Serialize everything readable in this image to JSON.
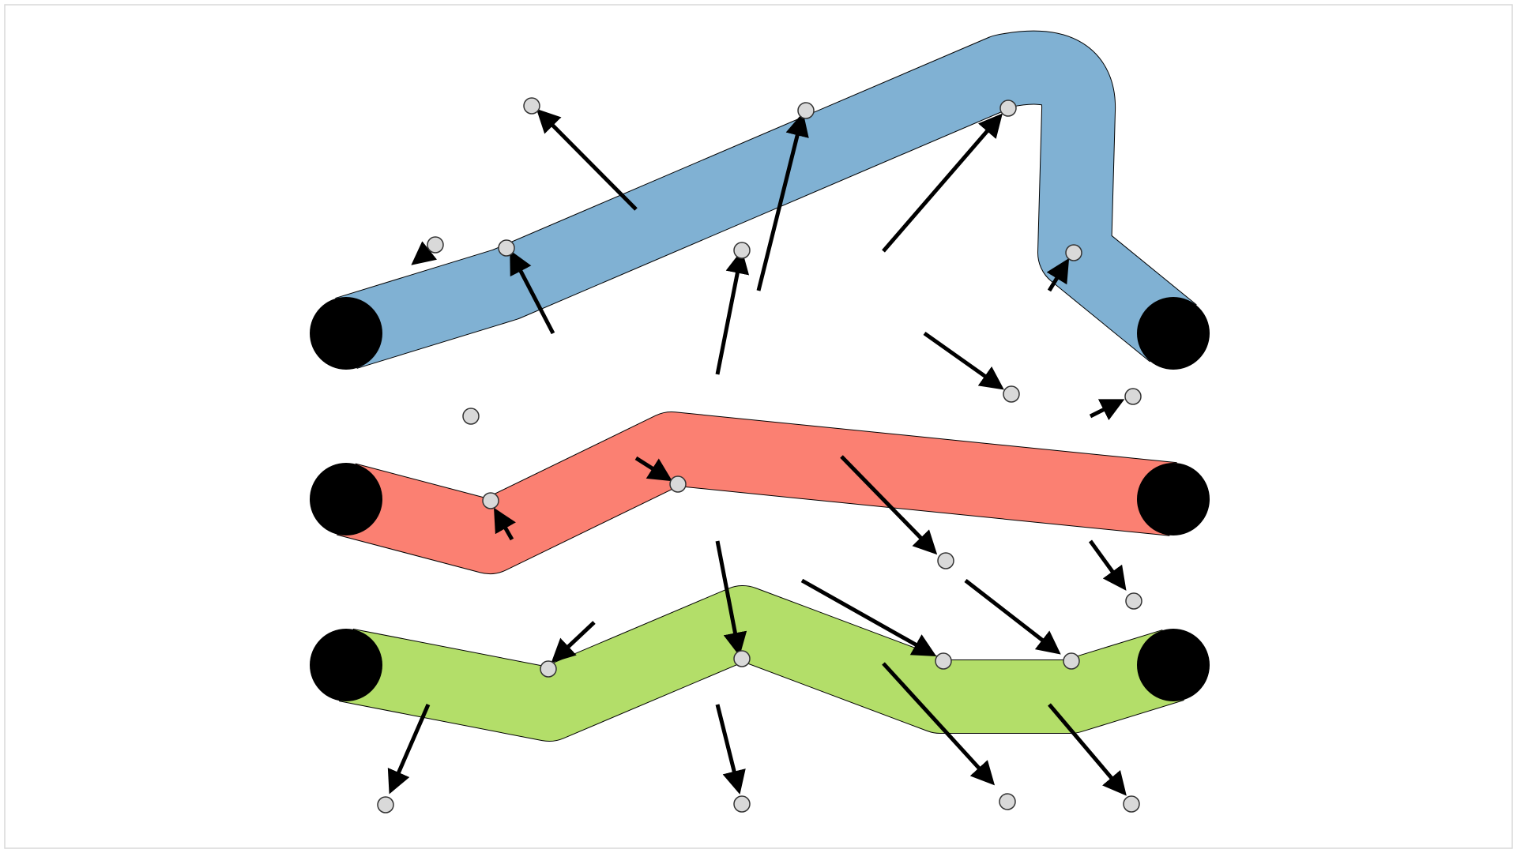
{
  "diagram": {
    "description_visible_text": "",
    "colors": {
      "background": "#ffffff",
      "frame": "#d9d9d9",
      "lane_blue": "#80b1d3",
      "lane_red": "#fb8072",
      "lane_green": "#b3de69",
      "lane_outline": "#000000",
      "endpoint": "#000000",
      "node_fill": "#d9d9d9",
      "node_stroke": "#333333",
      "arrow": "#000000"
    },
    "lanes": [
      {
        "id": "lane-blue",
        "color_key": "lane_blue"
      },
      {
        "id": "lane-red",
        "color_key": "lane_red"
      },
      {
        "id": "lane-green",
        "color_key": "lane_green"
      }
    ]
  }
}
